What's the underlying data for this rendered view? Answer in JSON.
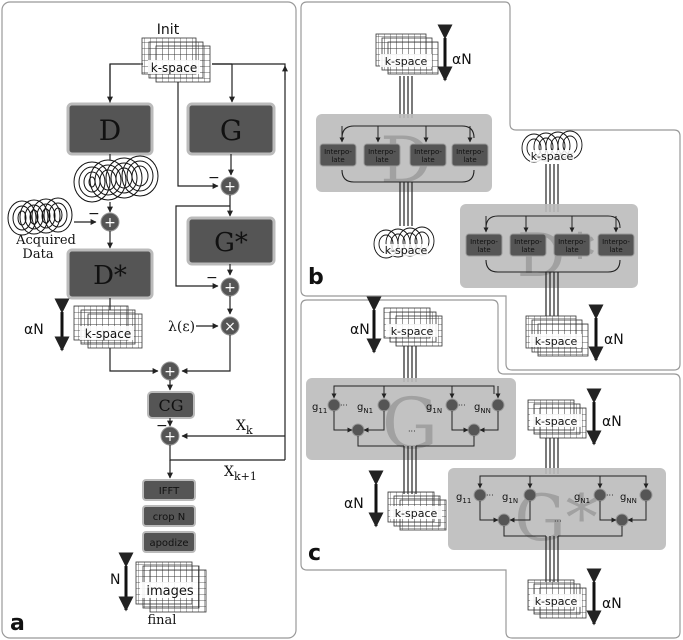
{
  "panel_a": {
    "panel_label": "a",
    "init_label": "Init",
    "kspace_label": "k-space",
    "d_block": "D",
    "g_block": "G",
    "d_star_block": "D*",
    "g_star_block": "G*",
    "acquired_label": "Acquired",
    "data_label": "Data",
    "alpha_n": "αN",
    "lambda_label": "λ(ε)",
    "cg_block": "CG",
    "xk_label": "X",
    "xk_sub": "k",
    "xk1_label": "X",
    "xk1_sub": "k+1",
    "ifft_block": "IFFT",
    "crop_block": "crop N",
    "apodize_block": "apodize",
    "n_label": "N",
    "images_label": "images",
    "final_label": "final",
    "minus": "−",
    "times": "×",
    "plus": "+"
  },
  "panel_b": {
    "panel_label": "b",
    "kspace_label": "k-space",
    "alpha_n": "αN",
    "interp_line1": "Interpo-",
    "interp_line2": "late",
    "d_watermark": "D",
    "d_star_watermark": "D*"
  },
  "panel_c": {
    "panel_label": "c",
    "kspace_label": "k-space",
    "alpha_n": "αN",
    "g11": "g",
    "g11_sub": "11",
    "g1n": "g",
    "g1n_sub": "N1",
    "gn1": "g",
    "gn1_sub": "1N",
    "gnn": "g",
    "gnn_sub": "NN",
    "dots": "···",
    "g_watermark": "G",
    "g_star_watermark": "G*"
  }
}
